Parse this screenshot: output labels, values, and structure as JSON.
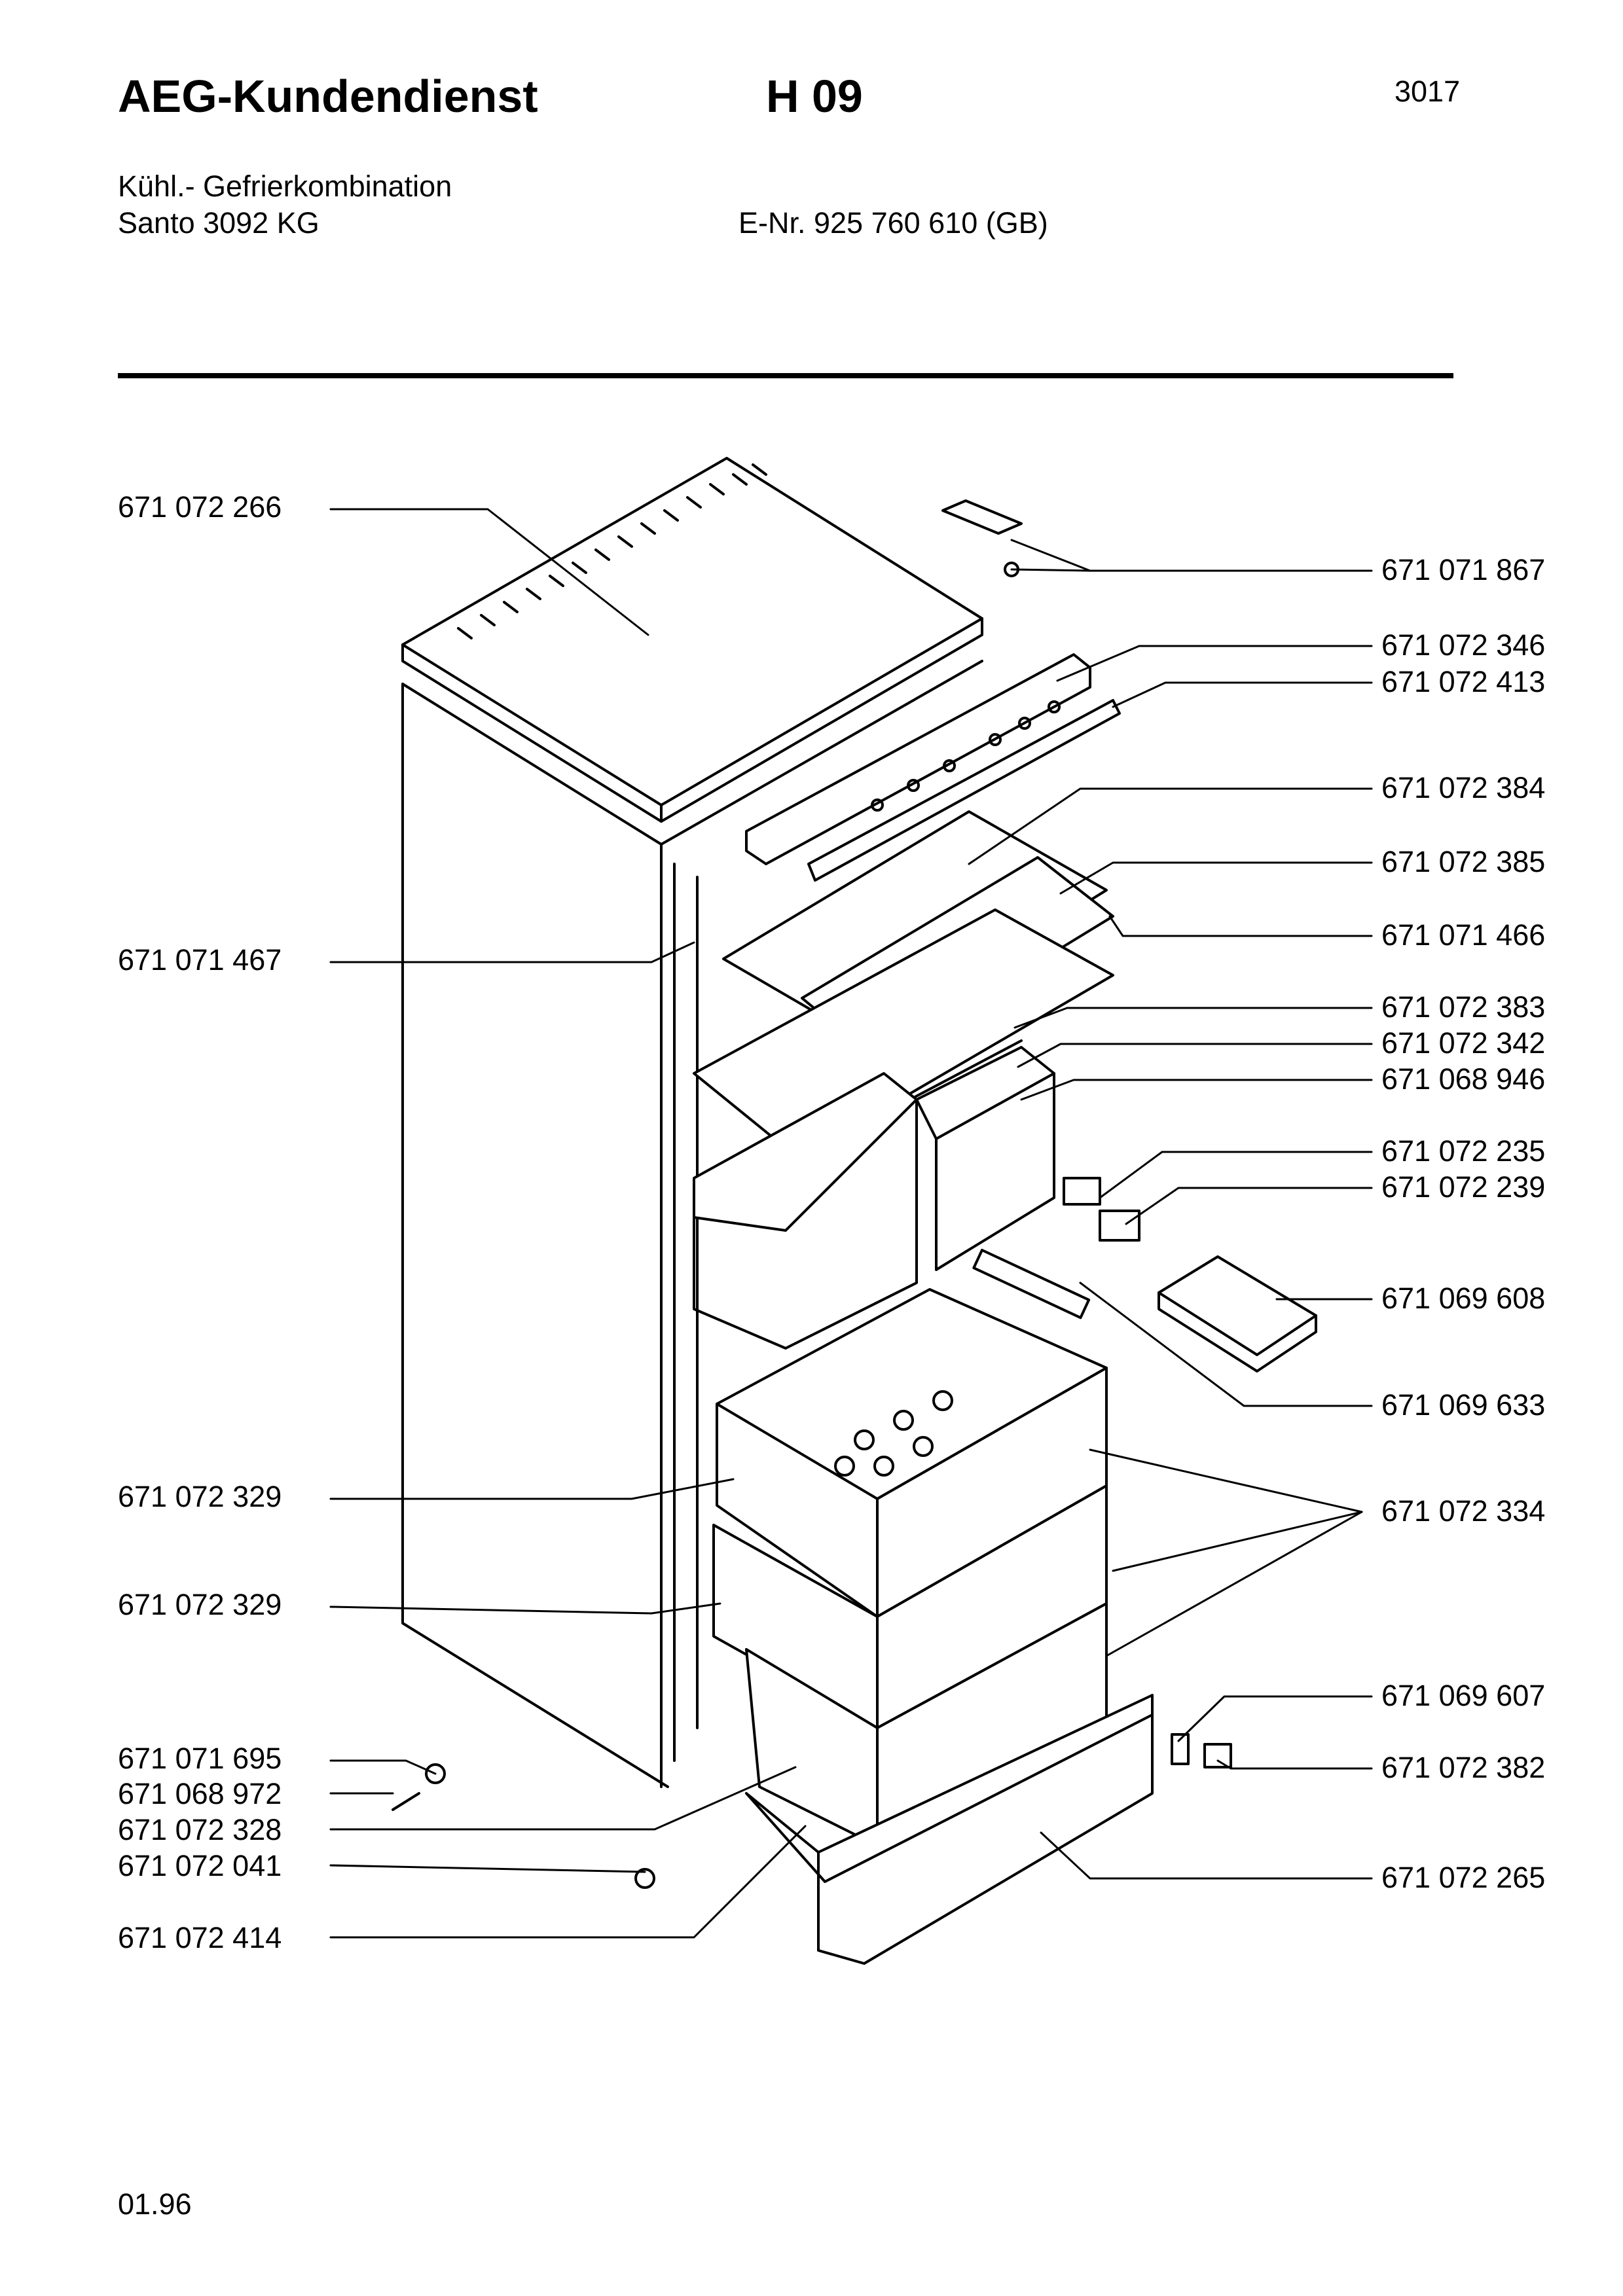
{
  "header": {
    "brand": "AEG-Kundendienst",
    "model_code": "H 09",
    "page_number": "3017",
    "appliance_type": "Kühl.- Gefrierkombination",
    "appliance_model": "Santo 3092 KG",
    "e_number": "E-Nr. 925 760 610  (GB)"
  },
  "parts_left": [
    "671 072 266",
    "671 071 467",
    "671 072 329",
    "671 072 329",
    "671 071 695",
    "671 068 972",
    "671 072 328",
    "671 072 041",
    "671 072 414"
  ],
  "parts_right": [
    "671 071 867",
    "671 072 346",
    "671 072 413",
    "671 072 384",
    "671 072 385",
    "671 071 466",
    "671 072 383",
    "671 072 342",
    "671 068 946",
    "671 072 235",
    "671 072 239",
    "671 069 608",
    "671 069 633",
    "671 072 334",
    "671 069 607",
    "671 072 382",
    "671 072 265"
  ],
  "footer": {
    "date_code": "01.96"
  }
}
